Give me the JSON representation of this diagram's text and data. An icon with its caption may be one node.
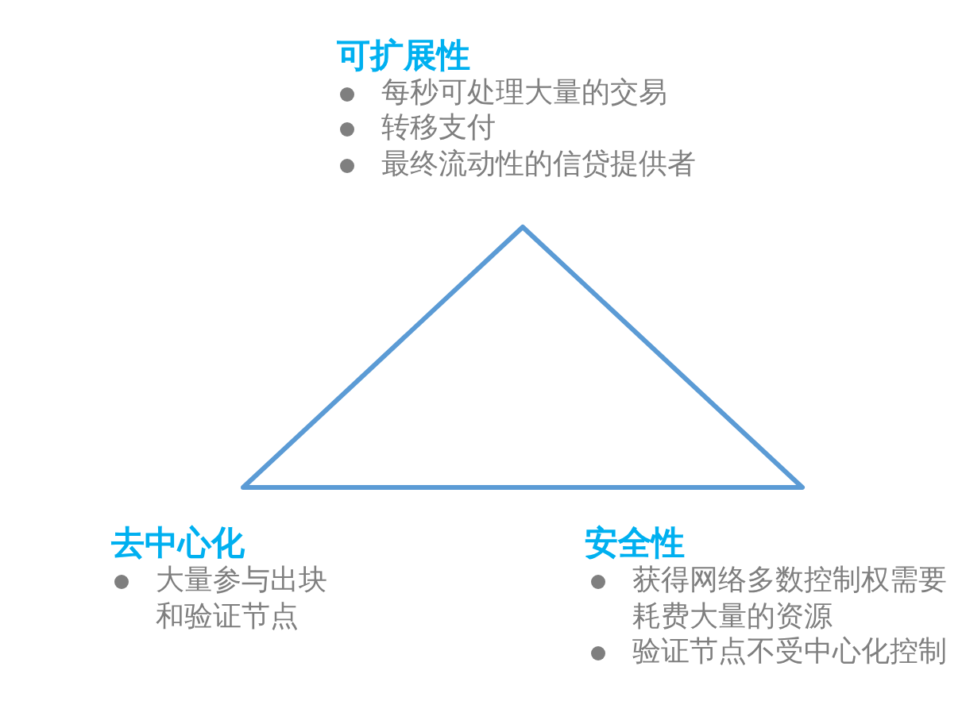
{
  "diagram": {
    "nodes": [
      {
        "text": [],
        "shape": "triangle"
      }
    ],
    "labels": [
      "可扩展性",
      "每秒可处理大量的交易",
      "转移支付",
      "最终流动性的信贷提供者",
      "去中心化",
      "大量参与出块和验证节点",
      "安全性",
      "获得网络多数控制权需要耗费大量的资源",
      "验证节点不受中心化控制"
    ]
  }
}
